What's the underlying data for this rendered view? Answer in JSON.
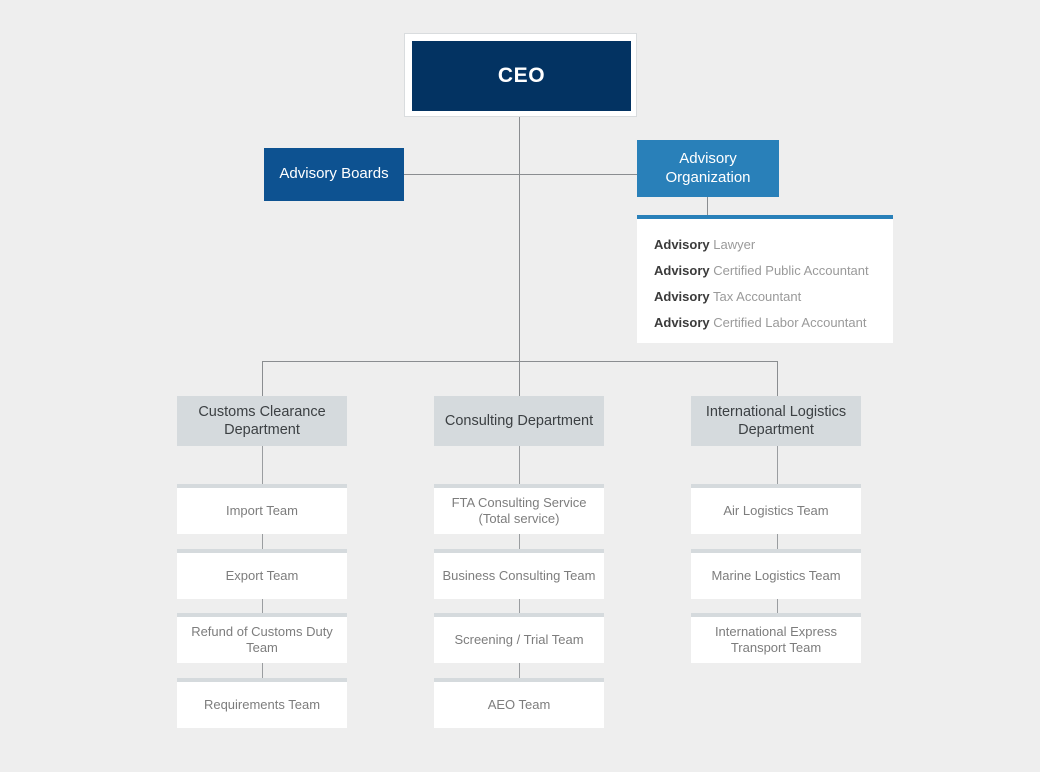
{
  "theme": {
    "page_background": "#eeeeee",
    "ceo_color": "#033362",
    "advisory_boards_color": "#0d5291",
    "advisory_org_color": "#2980b9",
    "department_color": "#d5dadd",
    "team_color": "#ffffff",
    "connector_color": "#8a8d90"
  },
  "ceo": {
    "label": "CEO"
  },
  "advisory": {
    "boards_label": "Advisory Boards",
    "organization_label": "Advisory Organization",
    "items": [
      {
        "label": "Advisory",
        "role": "Lawyer"
      },
      {
        "label": "Advisory",
        "role": "Certified Public Accountant"
      },
      {
        "label": "Advisory",
        "role": "Tax Accountant"
      },
      {
        "label": "Advisory",
        "role": "Certified Labor Accountant"
      }
    ]
  },
  "departments": [
    {
      "name": "Customs Clearance Department",
      "teams": [
        "Import Team",
        "Export Team",
        "Refund of Customs Duty Team",
        "Requirements Team"
      ]
    },
    {
      "name": "Consulting Department",
      "teams": [
        "FTA Consulting Service (Total service)",
        "Business Consulting Team",
        "Screening / Trial Team",
        "AEO Team"
      ]
    },
    {
      "name": "International Logistics Department",
      "teams": [
        "Air Logistics Team",
        "Marine Logistics Team",
        "International Express Transport Team"
      ]
    }
  ]
}
